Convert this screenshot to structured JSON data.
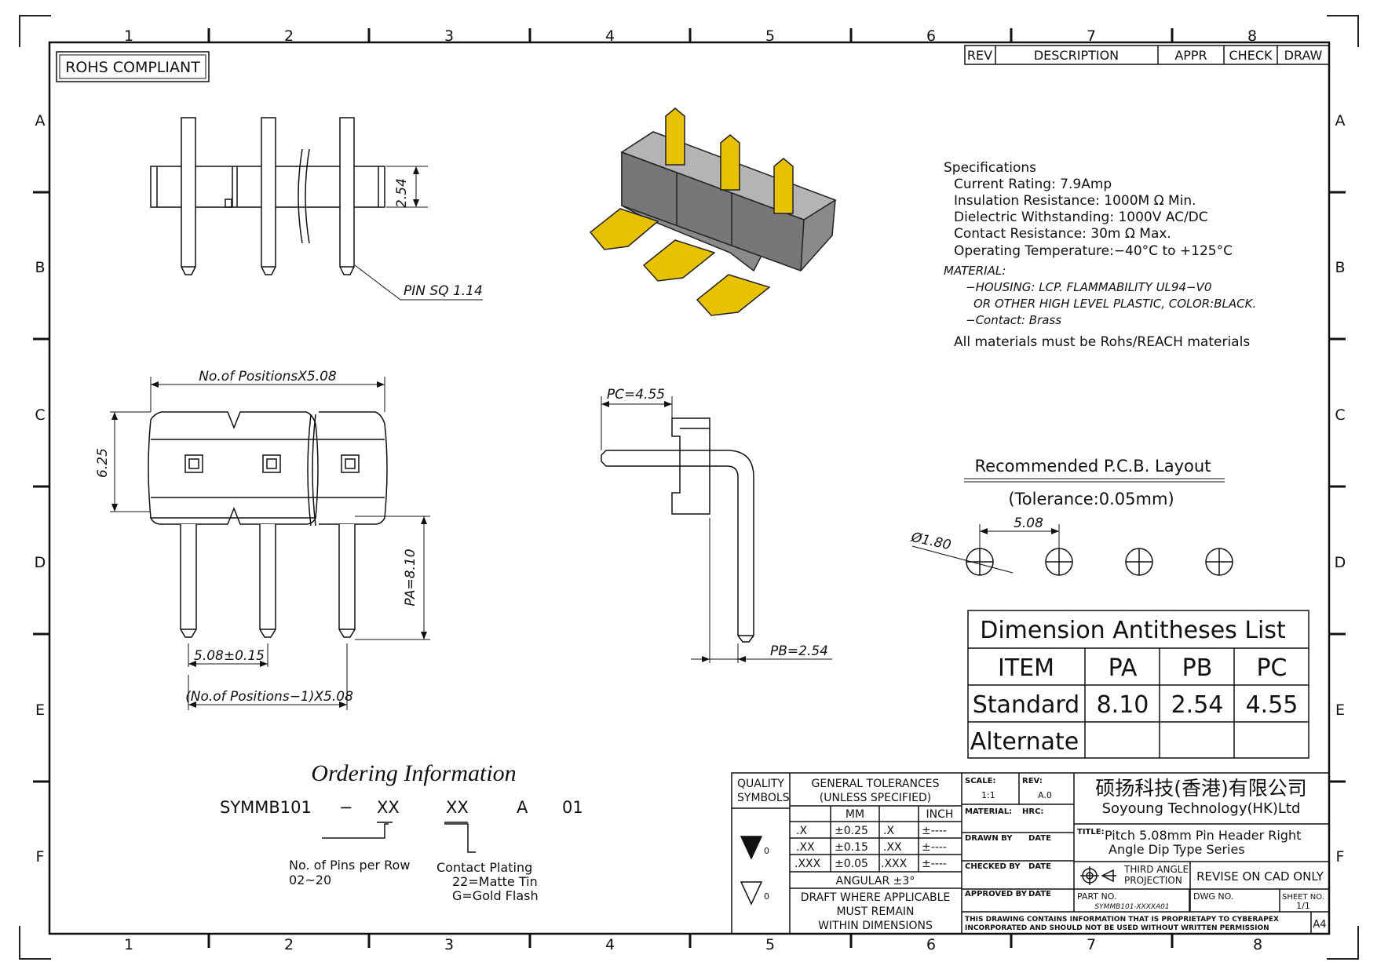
{
  "frame": {
    "columns": [
      "1",
      "2",
      "3",
      "4",
      "5",
      "6",
      "7",
      "8"
    ],
    "rows": [
      "A",
      "B",
      "C",
      "D",
      "E",
      "F"
    ]
  },
  "rohs": "ROHS COMPLIANT",
  "revision_block": {
    "rev": "REV",
    "description": "DESCRIPTION",
    "appr": "APPR",
    "check": "CHECK",
    "draw": "DRAW"
  },
  "top_view": {
    "height_dim": "2.54",
    "pin_note": "PIN SQ 1.14"
  },
  "front_view": {
    "width_dim": "No.of PositionsX5.08",
    "height_dim": "6.25",
    "pa_dim": "PA=8.10",
    "pitch_dim": "5.08±0.15",
    "span_dim": "(No.of Positions−1)X5.08"
  },
  "side_view": {
    "pc_dim": "PC=4.55",
    "pb_dim": "PB=2.54"
  },
  "specs": {
    "title": "Specifications",
    "lines": [
      "Current Rating:   7.9Amp",
      "Insulation Resistance:  1000M Ω Min.",
      "Dielectric Withstanding:    1000V AC/DC",
      "Contact Resistance:    30m Ω Max.",
      "Operating Temperature:−40°C  to  +125°C"
    ],
    "material_title": "MATERIAL:",
    "material_lines": [
      "−HOUSING: LCP. FLAMMABILITY UL94−V0",
      "OR OTHER HIGH LEVEL PLASTIC, COLOR:BLACK.",
      "−Contact: Brass"
    ],
    "footer": "All materials must be Rohs/REACH materials"
  },
  "pcb": {
    "title": "Recommended P.C.B. Layout",
    "tolerance": "(Tolerance:0.05mm)",
    "pitch": "5.08",
    "hole": "Ø1.80"
  },
  "dimension_table": {
    "title": "Dimension Antitheses List",
    "headers": [
      "ITEM",
      "PA",
      "PB",
      "PC"
    ],
    "rows": [
      [
        "Standard",
        "8.10",
        "2.54",
        "4.55"
      ],
      [
        "Alternate",
        "",
        "",
        ""
      ]
    ]
  },
  "ordering": {
    "title": "Ordering Information",
    "code": [
      "SYMMB101",
      "−",
      "XX",
      "XX",
      "A",
      "01"
    ],
    "note1": [
      "No. of Pins per Row",
      "02~20"
    ],
    "note2": [
      "Contact Plating",
      "22=Matte Tin",
      "G=Gold Flash"
    ]
  },
  "title_block": {
    "quality": "QUALITY",
    "symbols": "SYMBOLS",
    "sym0a": "0",
    "sym0b": "0",
    "gen_tol": "GENERAL TOLERANCES",
    "unless": "(UNLESS SPECIFIED)",
    "mm": "MM",
    "inch": "INCH",
    "tol_rows": [
      [
        ".X",
        "±0.25",
        ".X",
        "±----"
      ],
      [
        ".XX",
        "±0.15",
        ".XX",
        "±----"
      ],
      [
        ".XXX",
        "±0.05",
        ".XXX",
        "±----"
      ]
    ],
    "angular": "ANGULAR ±3°",
    "draft": [
      "DRAFT WHERE APPLICABLE",
      "MUST REMAIN",
      "WITHIN DIMENSIONS"
    ],
    "scale_label": "SCALE:",
    "scale": "1:1",
    "rev_label": "REV:",
    "rev": "A.0",
    "material_label": "MATERIAL:",
    "hrc_label": "HRC:",
    "drawn_by": "DRAWN BY",
    "checked_by": "CHECKED BY",
    "approved_by": "APPROVED BY",
    "date": "DATE",
    "company_cn": "硕扬科技(香港)有限公司",
    "company_en": "Soyoung Technology(HK)Ltd",
    "title_label": "TITLE:",
    "title_lines": [
      "Pitch 5.08mm Pin Header Right",
      "Angle Dip Type Series"
    ],
    "projection": [
      "THIRD ANGLE",
      "PROJECTION"
    ],
    "revise": "REVISE ON CAD ONLY",
    "part_no_label": "PART NO.",
    "part_no": "SYMMB101-XXXXA01",
    "dwg_no_label": "DWG NO.",
    "sheet_label": "SHEET NO.",
    "sheet": "1/1",
    "notice": [
      "THIS DRAWING CONTAINS INFORMATION THAT IS PROPRIETAPY TO CYBERAPEX",
      "INCORPORATED AND SHOULD NOT BE USED WITHOUT WRITTEN PERMISSION"
    ],
    "size": "A4"
  },
  "colors": {
    "gold": "#e8c200",
    "housing": "#7a7a7a",
    "housing_top": "#a8a8a8"
  }
}
